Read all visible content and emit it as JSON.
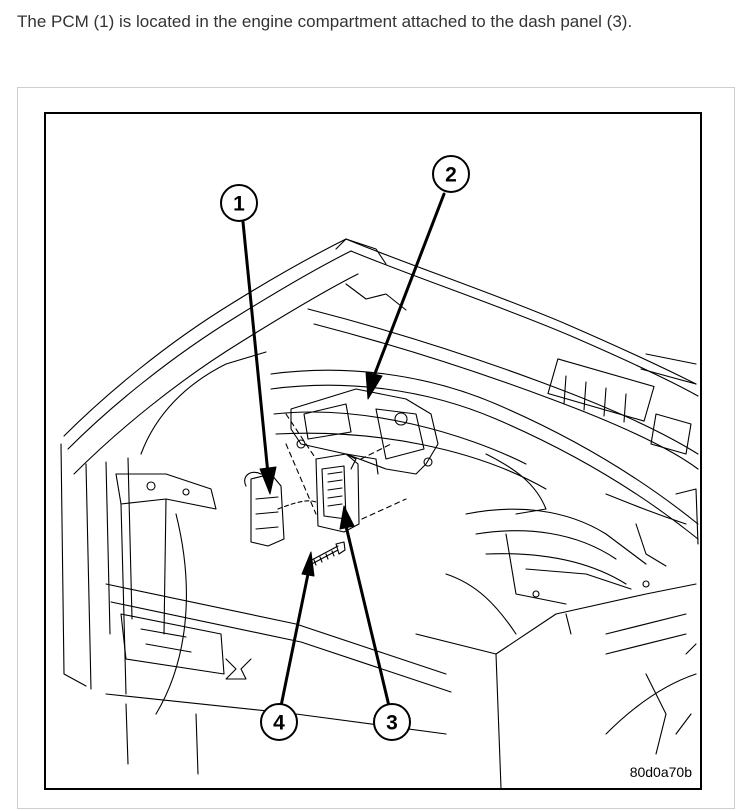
{
  "caption": "The PCM (1) is located in the engine compartment attached to the dash panel (3).",
  "figure": {
    "code": "80d0a70b",
    "callouts": [
      {
        "number": "1"
      },
      {
        "number": "2"
      },
      {
        "number": "3"
      },
      {
        "number": "4"
      }
    ]
  }
}
